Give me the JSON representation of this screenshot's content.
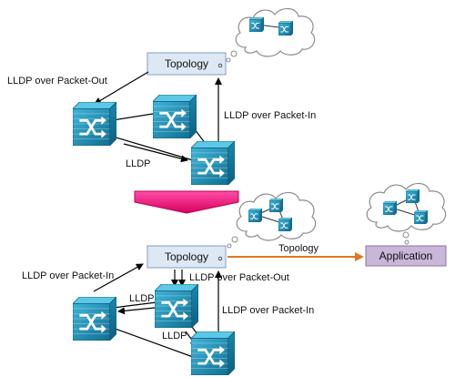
{
  "top": {
    "topology_box": "Topology",
    "edge_label_out": "LLDP over Packet-Out",
    "edge_label_in": "LLDP over Packet-In",
    "edge_label_lldp": "LLDP"
  },
  "bottom": {
    "topology_box": "Topology",
    "application_box": "Application",
    "topology_flow_label": "Topology",
    "edge_label_in_left": "LLDP over Packet-In",
    "edge_label_out": "LLDP over Packet-Out",
    "edge_label_in_right": "LLDP over Packet-In",
    "edge_label_lldp_1": "LLDP",
    "edge_label_lldp_2": "LLDP"
  },
  "colors": {
    "box_fill": "#dde8f4",
    "box_stroke": "#7f9fbf",
    "application_fill": "#c9b6d9",
    "application_stroke": "#8a75a0",
    "switch_teal": "#1f8fb4",
    "arrow_orange": "#e07820",
    "transition_arrow": "#e8006a"
  }
}
